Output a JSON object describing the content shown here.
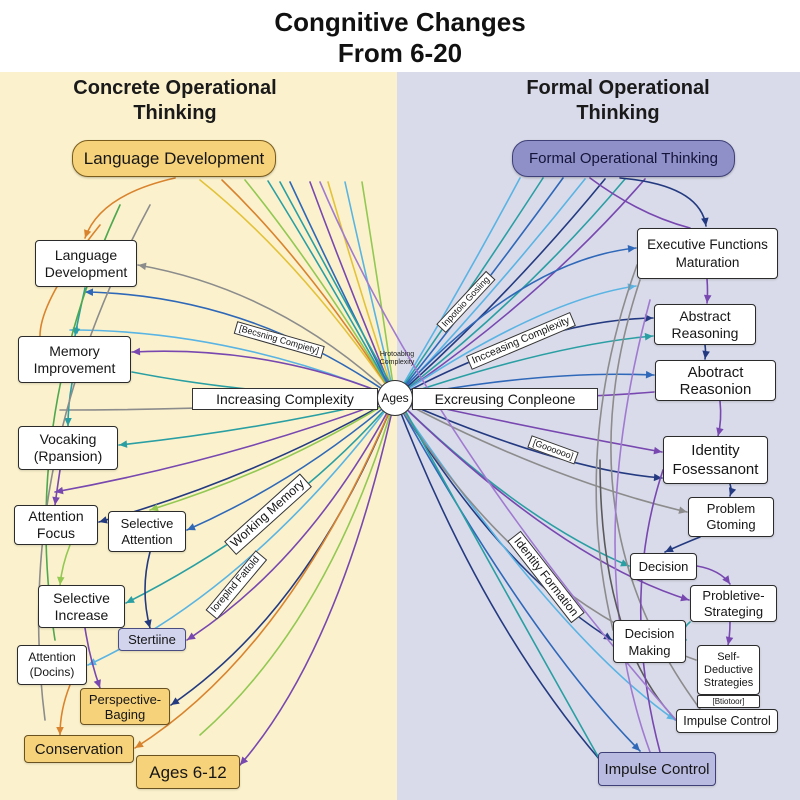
{
  "title": "Congnitive Changes\nFrom 6-20",
  "left_panel": {
    "heading": "Concrete Operational\nThinking",
    "top_pill": "Language Development",
    "boxes": {
      "language_development": "Language\nDevelopment",
      "memory_improvement": "Memory\nImprovement",
      "vocaking": "Vocaking\n(Rpansion)",
      "attention_focus": "Attention\nFocus",
      "selective_attention": "Selective\nAttention",
      "selective_increase": "Selective\nIncrease",
      "stertiine": "Stertiine",
      "attention_docins": "Attention\n(Docins)",
      "perspective_baging": "Perspective-\nBaging",
      "conservation": "Conservation",
      "ages_6_12": "Ages 6-12"
    },
    "labels": {
      "becsning_compiety": "[Becsning Compiety]",
      "working_memory": "Working Memory",
      "ioreplnd_fattold": "Ioreplnd Fattold"
    }
  },
  "right_panel": {
    "heading": "Formal Operational\nThinking",
    "top_pill": "Formal Operational Thinking",
    "boxes": {
      "executive_functions": "Executive Functions\nMaturation",
      "abstract_reasoning": "Abstract\nReasoning",
      "abotract_reasonion": "Abotract\nReasonion",
      "identity_fosessanont": "Identity\nFosessanont",
      "problem_gtoming": "Problem\nGtoming",
      "decision": "Decision",
      "probletive_strateging": "Probletive-\nStrateging",
      "decision_making": "Decision\nMaking",
      "self_deductive": "Self-\nDeductive\nStrategies",
      "btiotoor": "[Btiotoor]",
      "impulse_control_small": "Impulse Control",
      "impulse_control": "Impulse Control"
    },
    "labels": {
      "inpotoio_gosiing": "Inpotoio Gosiing",
      "incceasing_complexity": "Incceasing Complexity",
      "goooooo": "[Goooooo]",
      "identity_formation": "Identity Formation"
    }
  },
  "center": {
    "hub": "Ages",
    "hub_caption": "Hrotoabing\nComplexity",
    "left_bar": "Increasing Complexity",
    "right_bar": "Excreusing Conpleone"
  },
  "colors": {
    "left_panel_bg": "#fbf2cd",
    "right_panel_bg": "#d9dbea",
    "yellow_fill": "#f6d27a",
    "lavender_fill": "#d2d4ee",
    "purple_pill_fill": "#8f90c8",
    "impulse_fill": "#b9bbe0",
    "connector_palette": [
      "#d9832e",
      "#e3c23b",
      "#93c853",
      "#4fa84f",
      "#2a9fa3",
      "#5ab4e3",
      "#2f68b8",
      "#243a80",
      "#7848b0",
      "#a07ad0",
      "#8c8c8c",
      "#5a5a5a"
    ]
  }
}
